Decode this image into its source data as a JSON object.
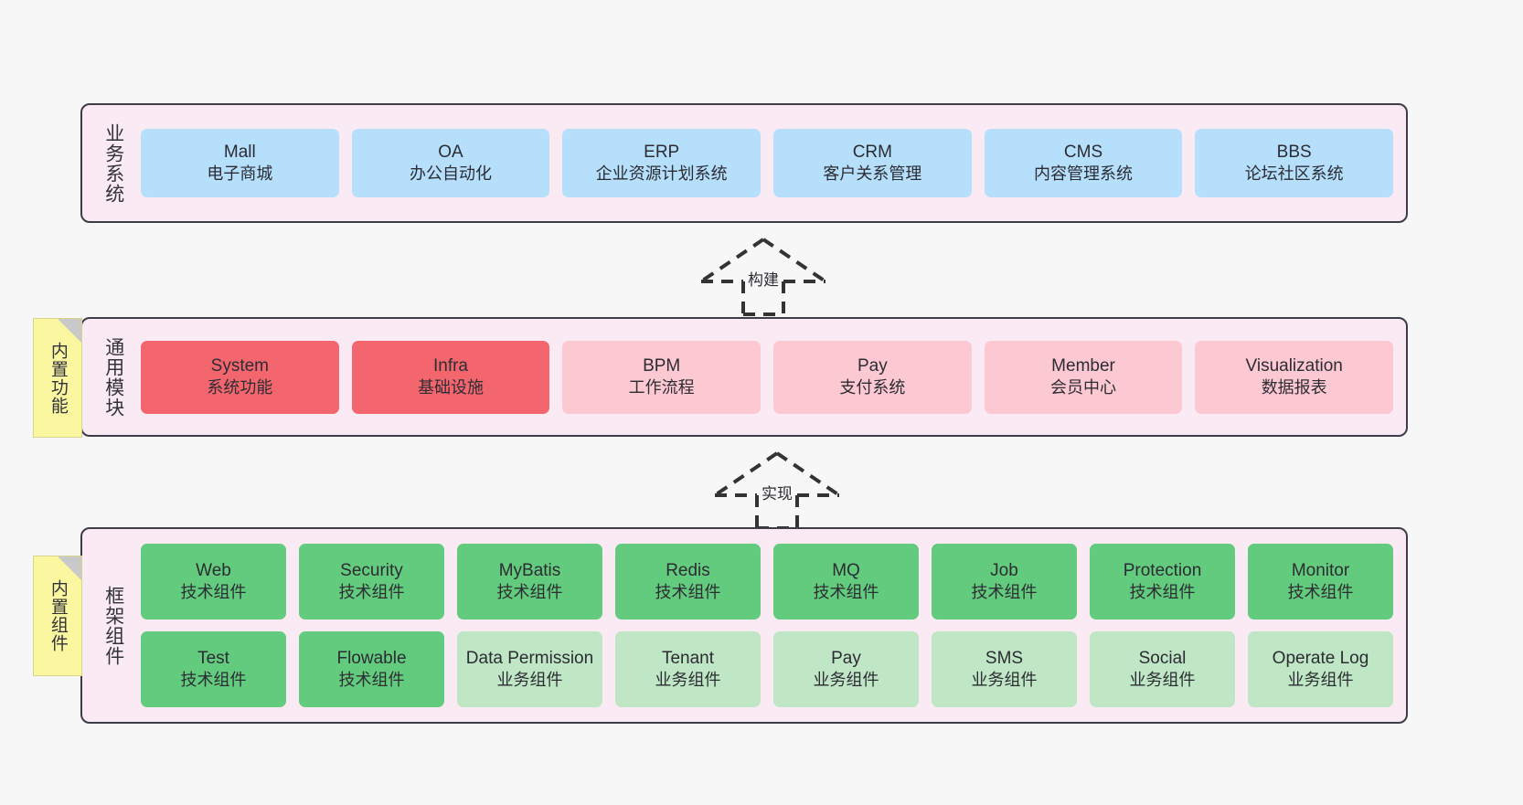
{
  "diagram": {
    "background_color": "#f7f7f7",
    "layer_fill": "#faeaf4",
    "layer_border": "#3d3d47",
    "note_fill": "#fbf7a0"
  },
  "notes": [
    {
      "label": "内置功能"
    },
    {
      "label": "内置组件"
    }
  ],
  "connectors": [
    {
      "label": "构建",
      "style": "dashed-generalization",
      "direction": "up"
    },
    {
      "label": "实现",
      "style": "dashed-generalization",
      "direction": "up"
    }
  ],
  "layers": [
    {
      "id": "business",
      "title": "业务系统",
      "cards": [
        {
          "title": "Mall",
          "sub": "电子商城",
          "color": "#b5dffb"
        },
        {
          "title": "OA",
          "sub": "办公自动化",
          "color": "#b5dffb"
        },
        {
          "title": "ERP",
          "sub": "企业资源计划系统",
          "color": "#b5dffb"
        },
        {
          "title": "CRM",
          "sub": "客户关系管理",
          "color": "#b5dffb"
        },
        {
          "title": "CMS",
          "sub": "内容管理系统",
          "color": "#b5dffb"
        },
        {
          "title": "BBS",
          "sub": "论坛社区系统",
          "color": "#b5dffb"
        }
      ]
    },
    {
      "id": "common",
      "title": "通用模块",
      "cards": [
        {
          "title": "System",
          "sub": "系统功能",
          "color": "#f4666e"
        },
        {
          "title": "Infra",
          "sub": "基础设施",
          "color": "#f4666e"
        },
        {
          "title": "BPM",
          "sub": "工作流程",
          "color": "#fcc9d3"
        },
        {
          "title": "Pay",
          "sub": "支付系统",
          "color": "#fcc9d3"
        },
        {
          "title": "Member",
          "sub": "会员中心",
          "color": "#fcc9d3"
        },
        {
          "title": "Visualization",
          "sub": "数据报表",
          "color": "#fcc9d3"
        }
      ]
    },
    {
      "id": "framework",
      "title": "框架组件",
      "rows": [
        [
          {
            "title": "Web",
            "sub": "技术组件",
            "color": "#63cb7d"
          },
          {
            "title": "Security",
            "sub": "技术组件",
            "color": "#63cb7d"
          },
          {
            "title": "MyBatis",
            "sub": "技术组件",
            "color": "#63cb7d"
          },
          {
            "title": "Redis",
            "sub": "技术组件",
            "color": "#63cb7d"
          },
          {
            "title": "MQ",
            "sub": "技术组件",
            "color": "#63cb7d"
          },
          {
            "title": "Job",
            "sub": "技术组件",
            "color": "#63cb7d"
          },
          {
            "title": "Protection",
            "sub": "技术组件",
            "color": "#63cb7d"
          },
          {
            "title": "Monitor",
            "sub": "技术组件",
            "color": "#63cb7d"
          }
        ],
        [
          {
            "title": "Test",
            "sub": "技术组件",
            "color": "#63cb7d"
          },
          {
            "title": "Flowable",
            "sub": "技术组件",
            "color": "#63cb7d"
          },
          {
            "title": "Data Permission",
            "sub": "业务组件",
            "color": "#bfe6c5"
          },
          {
            "title": "Tenant",
            "sub": "业务组件",
            "color": "#bfe6c5"
          },
          {
            "title": "Pay",
            "sub": "业务组件",
            "color": "#bfe6c5"
          },
          {
            "title": "SMS",
            "sub": "业务组件",
            "color": "#bfe6c5"
          },
          {
            "title": "Social",
            "sub": "业务组件",
            "color": "#bfe6c5"
          },
          {
            "title": "Operate Log",
            "sub": "业务组件",
            "color": "#bfe6c5"
          }
        ]
      ]
    }
  ]
}
